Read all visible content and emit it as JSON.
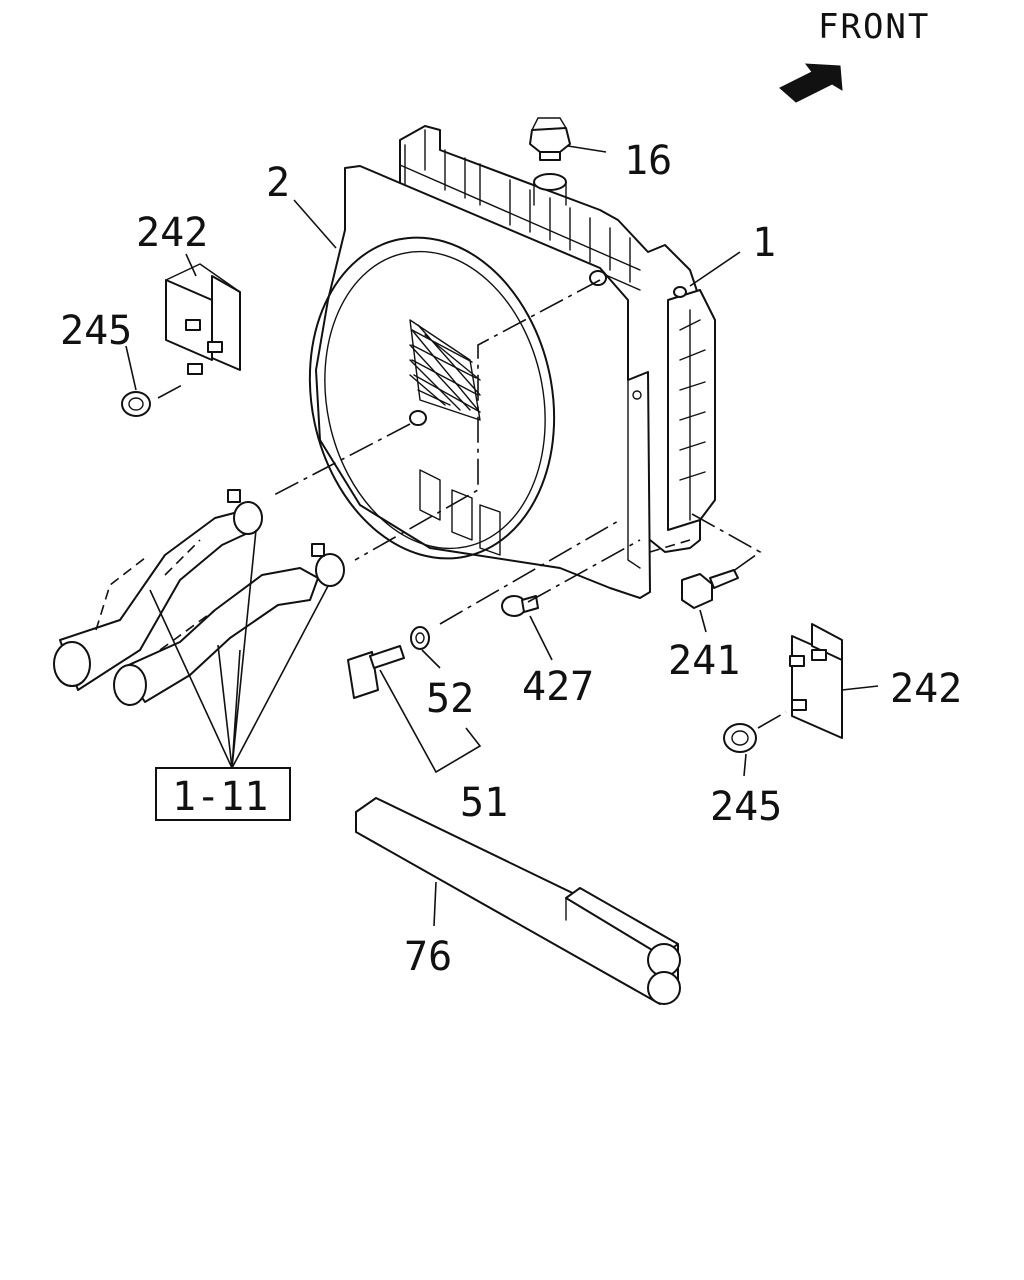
{
  "front_label": "FRONT",
  "callouts": {
    "radiator": "1",
    "shroud": "2",
    "cap": "16",
    "bracket_left": "242",
    "nut_left": "245",
    "bracket_right": "242",
    "nut_right": "245",
    "bolt": "241",
    "grommet": "427",
    "washer": "52",
    "drain_plug": "51",
    "hose_group": "1-11",
    "protector": "76"
  }
}
